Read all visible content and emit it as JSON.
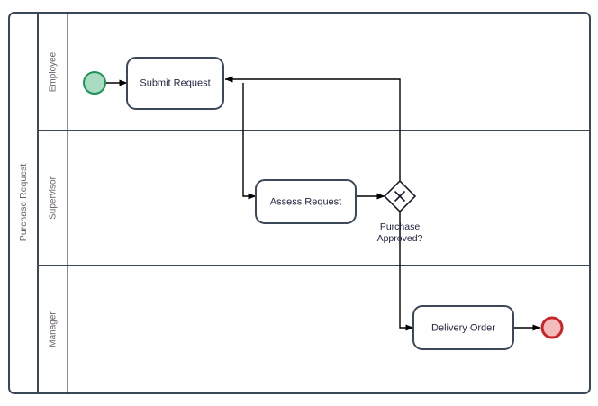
{
  "diagram": {
    "type": "bpmn-process",
    "pool": {
      "label": "Purchase Request"
    },
    "lanes": [
      {
        "id": "employee",
        "label": "Employee"
      },
      {
        "id": "supervisor",
        "label": "Supervisor"
      },
      {
        "id": "manager",
        "label": "Manager"
      }
    ],
    "events": [
      {
        "id": "start",
        "kind": "start-event",
        "lane": "employee",
        "label": ""
      },
      {
        "id": "end",
        "kind": "end-event",
        "lane": "manager",
        "label": ""
      }
    ],
    "tasks": [
      {
        "id": "submit-request",
        "label": "Submit Request",
        "lane": "employee"
      },
      {
        "id": "assess-request",
        "label": "Assess Request",
        "lane": "supervisor"
      },
      {
        "id": "delivery-order",
        "label": "Delivery Order",
        "lane": "manager"
      }
    ],
    "gateways": [
      {
        "id": "purchase-approved",
        "kind": "exclusive-gateway",
        "lane": "supervisor",
        "label_line1": "Purchase",
        "label_line2": "Approved?"
      }
    ],
    "flows": [
      {
        "from": "start",
        "to": "submit-request",
        "label": ""
      },
      {
        "from": "submit-request",
        "to": "assess-request",
        "label": ""
      },
      {
        "from": "assess-request",
        "to": "purchase-approved",
        "label": ""
      },
      {
        "from": "purchase-approved",
        "to": "submit-request",
        "label": ""
      },
      {
        "from": "purchase-approved",
        "to": "delivery-order",
        "label": ""
      },
      {
        "from": "delivery-order",
        "to": "end",
        "label": ""
      }
    ],
    "colors": {
      "stroke": "#3c4858",
      "start_fill": "#a9dcc0",
      "start_stroke": "#1e9359",
      "end_fill": "#f2bcbc",
      "end_stroke": "#cc2229",
      "text": "#1f2340",
      "lane_text": "#6b5f6e",
      "background": "#ffffff"
    }
  }
}
